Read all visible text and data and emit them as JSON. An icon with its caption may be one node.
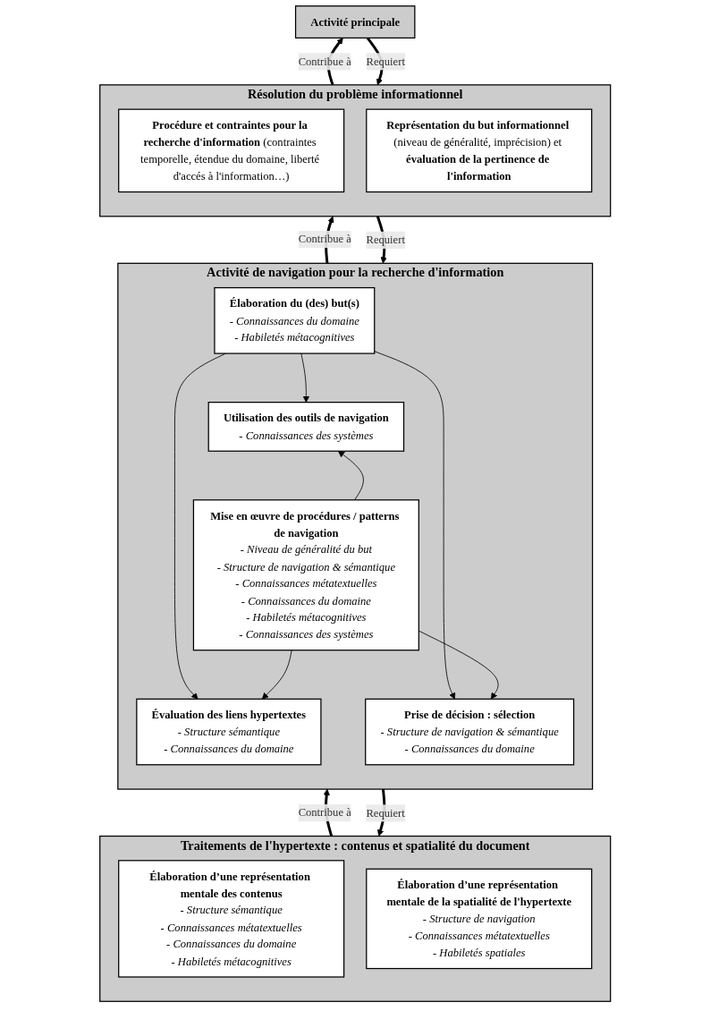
{
  "diagram": {
    "nodes": [
      {
        "text": [
          "Activité principale"
        ]
      },
      {
        "text": [
          "Résolution du problème informationnel"
        ]
      },
      {
        "text": [
          "**Procédure et contraintes pour la recherche d'information** (contraintes temporelle, étendue du domaine, liberté d'accés à l'information…)"
        ],
        "in": 1
      },
      {
        "text": [
          "**Représentation du but informationnel** (niveau de généralité, imprécision) et **évaluation de la pertinence de l'information**"
        ],
        "in": 1
      },
      {
        "text": [
          "Activité de navigation pour la recherche d'information"
        ]
      },
      {
        "text": [
          "Élaboration du (des) but(s)",
          "- Connaissances du domaine",
          "- Habiletés métacognitives"
        ],
        "in": 4
      },
      {
        "text": [
          "Utilisation des outils de navigation",
          "- Connaissances des systèmes"
        ],
        "in": 4
      },
      {
        "text": [
          "Évaluation des liens hypertextes",
          "- Structure sémantique",
          "- Connaissances du domaine"
        ],
        "in": 4
      },
      {
        "text": [
          "Prise de décision : sélection",
          "- Structure de navigation & sémantique",
          "- Connaissances du domaine"
        ],
        "in": 4
      },
      {
        "text": [
          "Mise en œuvre de procédures / patterns de navigation",
          "- Niveau de généralité du but",
          "- Structure de navigation & sémantique",
          "- Connaissances métatextuelles",
          "- Connaissances du domaine",
          "- Habiletés métacognitives",
          "- Connaissances des systèmes"
        ],
        "in": 4
      },
      {
        "text": [
          "Traitements de l'hypertexte : contenus et spatialité du document"
        ]
      },
      {
        "text": [
          "Élaboration d’une représentation mentale des contenus",
          "- Structure sémantique",
          "- Connaissances métatextuelles",
          "- Connaissances du domaine",
          "- Habiletés métacognitives"
        ],
        "in": 10
      },
      {
        "text": [
          "Élaboration d’une représentation mentale de la spatialité de l'hypertexte",
          "- Structure de navigation",
          "- Connaissances métatextuelles",
          "- Habiletés spatiales"
        ],
        "in": 10
      }
    ],
    "edges": [
      {
        "from": 0,
        "to": 1,
        "arrow": "to",
        "label": "Requiert",
        "style": "thick"
      },
      {
        "from": 1,
        "to": 0,
        "arrow": "to",
        "label": "Contribue à",
        "style": "thick"
      },
      {
        "from": 1,
        "to": 4,
        "arrow": "to",
        "label": "Requiert",
        "style": "thick"
      },
      {
        "from": 4,
        "to": 1,
        "arrow": "to",
        "label": "Contribue à",
        "style": "thick"
      },
      {
        "from": 5,
        "to": 6,
        "arrow": "to"
      },
      {
        "from": 5,
        "to": 7,
        "arrow": "to"
      },
      {
        "from": 5,
        "to": 8,
        "arrow": "to"
      },
      {
        "from": 9,
        "to": 6,
        "arrow": "to"
      },
      {
        "from": 9,
        "to": 7,
        "arrow": "to"
      },
      {
        "from": 9,
        "to": 8,
        "arrow": "to"
      },
      {
        "from": 4,
        "to": 10,
        "arrow": "to",
        "label": "Requiert",
        "style": "thick"
      },
      {
        "from": 10,
        "to": 4,
        "arrow": "to",
        "label": "Contribue à",
        "style": "thick"
      }
    ]
  }
}
